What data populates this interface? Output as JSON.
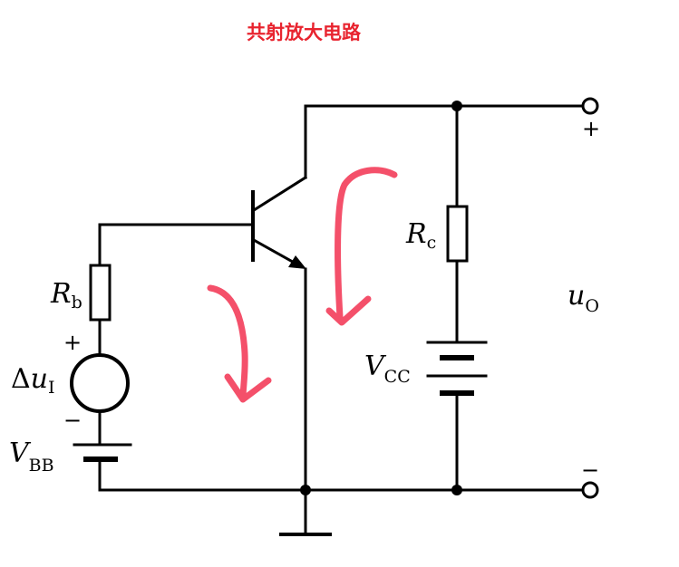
{
  "title": "共射放大电路",
  "colors": {
    "annotation": "#f4506a",
    "title": "#e8242f",
    "wire": "#000000"
  },
  "labels": {
    "rb": {
      "main": "R",
      "sub": "b"
    },
    "rc": {
      "main": "R",
      "sub": "c"
    },
    "du": {
      "delta": "Δ",
      "main": "u",
      "sub": "I"
    },
    "vbb": {
      "main": "V",
      "sub": "BB"
    },
    "vcc": {
      "main": "V",
      "sub": "CC"
    },
    "uo": {
      "main": "u",
      "sub": "O"
    }
  },
  "signs": {
    "source_plus": "+",
    "source_minus": "−",
    "out_plus": "+",
    "out_minus": "−"
  }
}
